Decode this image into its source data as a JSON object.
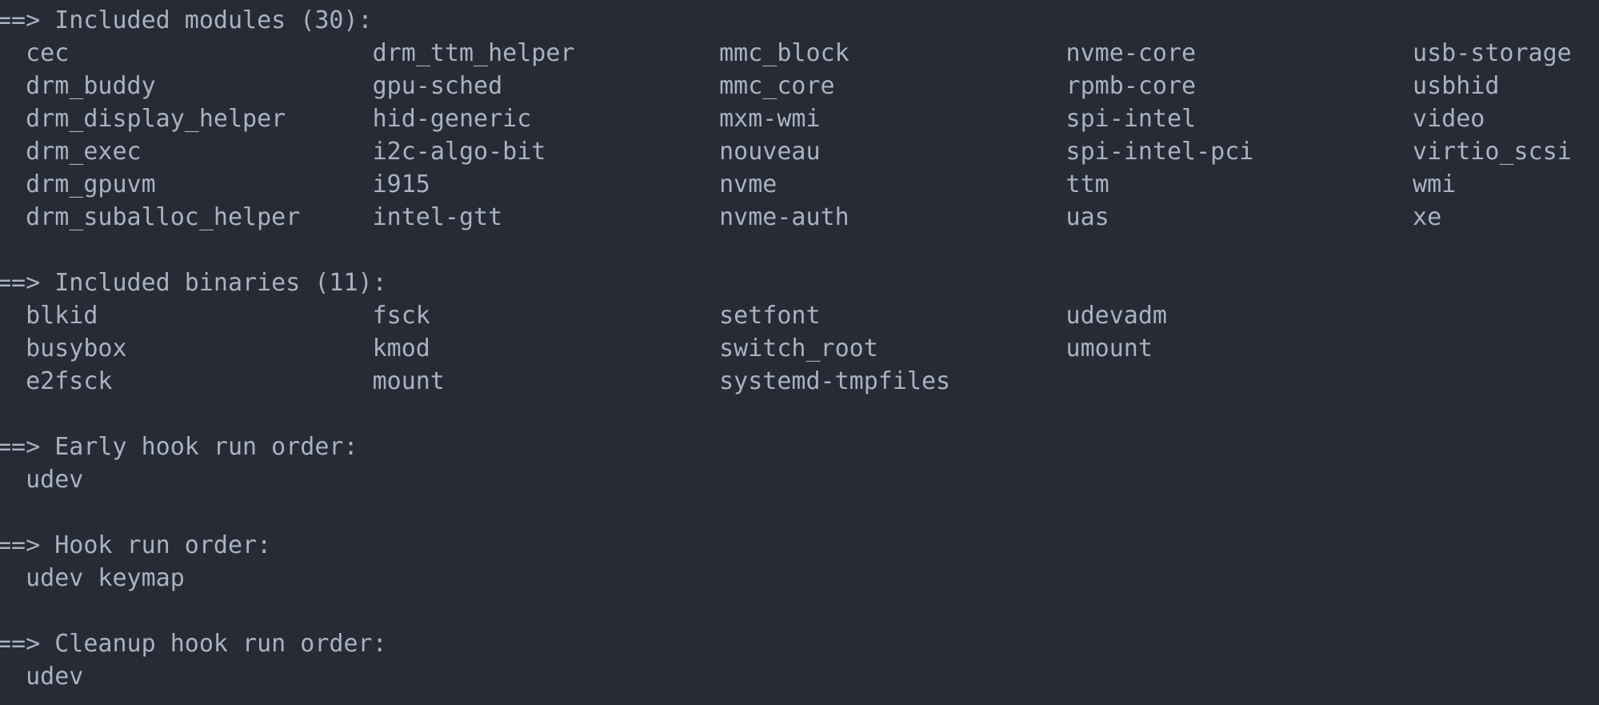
{
  "terminal": {
    "colors": {
      "background": "#262b35",
      "foreground": "#a9b2c0"
    },
    "prompt_prefix": "==>",
    "indent": "  ",
    "sections": [
      {
        "title": "Included modules (30):",
        "layout": "columns",
        "rows": 6,
        "field_width": 24,
        "items": [
          "cec",
          "drm_buddy",
          "drm_display_helper",
          "drm_exec",
          "drm_gpuvm",
          "drm_suballoc_helper",
          "drm_ttm_helper",
          "gpu-sched",
          "hid-generic",
          "i2c-algo-bit",
          "i915",
          "intel-gtt",
          "mmc_block",
          "mmc_core",
          "mxm-wmi",
          "nouveau",
          "nvme",
          "nvme-auth",
          "nvme-core",
          "rpmb-core",
          "spi-intel",
          "spi-intel-pci",
          "ttm",
          "uas",
          "usb-storage",
          "usbhid",
          "video",
          "virtio_scsi",
          "wmi",
          "xe"
        ]
      },
      {
        "title": "Included binaries (11):",
        "layout": "columns",
        "rows": 3,
        "field_width": 24,
        "items": [
          "blkid",
          "busybox",
          "e2fsck",
          "fsck",
          "kmod",
          "mount",
          "setfont",
          "switch_root",
          "systemd-tmpfiles",
          "udevadm",
          "umount"
        ]
      },
      {
        "title": "Early hook run order:",
        "layout": "inline",
        "items": [
          "udev"
        ]
      },
      {
        "title": "Hook run order:",
        "layout": "inline",
        "items": [
          "udev",
          "keymap"
        ]
      },
      {
        "title": "Cleanup hook run order:",
        "layout": "inline",
        "items": [
          "udev"
        ]
      }
    ]
  }
}
